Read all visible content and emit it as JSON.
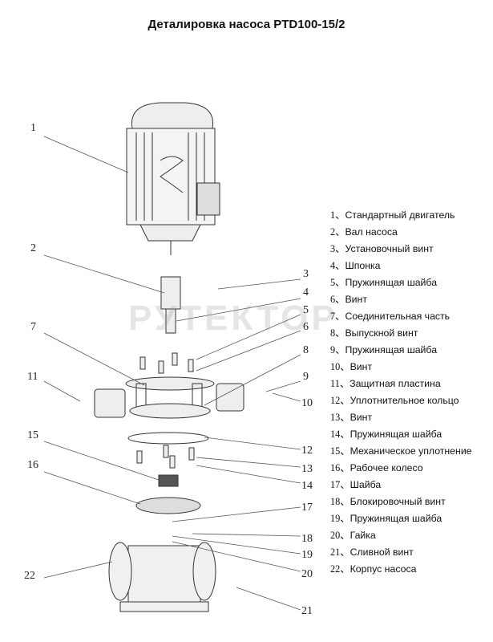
{
  "title": "Деталировка насоса PTD100-15/2",
  "watermark": "РУТЕКТОР",
  "legend": [
    {
      "num": "1、",
      "label": "Стандартный двигатель"
    },
    {
      "num": "2、",
      "label": "Вал насоса"
    },
    {
      "num": "3、",
      "label": "Установочный винт"
    },
    {
      "num": "4、",
      "label": "Шпонка"
    },
    {
      "num": "5、",
      "label": "Пружинящая шайба"
    },
    {
      "num": "6、",
      "label": "Винт"
    },
    {
      "num": "7、",
      "label": "Соединительная часть"
    },
    {
      "num": "8、",
      "label": "Выпускной винт"
    },
    {
      "num": "9、",
      "label": "Пружинящая шайба"
    },
    {
      "num": "10、",
      "label": "Винт"
    },
    {
      "num": "11、",
      "label": "Защитная пластина"
    },
    {
      "num": "12、",
      "label": "Уплотнительное кольцо"
    },
    {
      "num": "13、",
      "label": "Винт"
    },
    {
      "num": "14、",
      "label": "Пружинящая шайба"
    },
    {
      "num": "15、",
      "label": "Механическое уплотнение"
    },
    {
      "num": "16、",
      "label": "Рабочее колесо"
    },
    {
      "num": "17、",
      "label": "Шайба"
    },
    {
      "num": "18、",
      "label": "Блокировочный винт"
    },
    {
      "num": "19、",
      "label": "Пружинящая шайба"
    },
    {
      "num": "20、",
      "label": "Гайка"
    },
    {
      "num": "21、",
      "label": "Сливной винт"
    },
    {
      "num": "22、",
      "label": "Корпус насоса"
    }
  ],
  "callouts": [
    "1",
    "2",
    "3",
    "4",
    "5",
    "6",
    "7",
    "8",
    "9",
    "10",
    "11",
    "12",
    "13",
    "14",
    "15",
    "16",
    "17",
    "18",
    "19",
    "20",
    "21",
    "22"
  ]
}
